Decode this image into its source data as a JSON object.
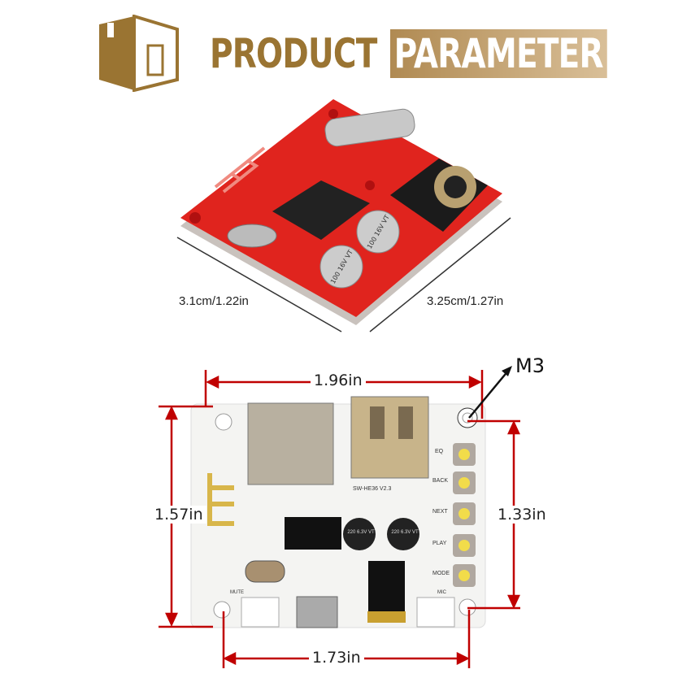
{
  "header": {
    "title_part1": "PRODUCT",
    "title_part2": "PARAMETER",
    "logo_icon": "box-icon"
  },
  "top_board": {
    "width_label": "3.1cm/1.22in",
    "length_label": "3.25cm/1.27in",
    "capacitor_marking": "100 16V VT"
  },
  "bottom_board": {
    "top_width": "1.96in",
    "left_height": "1.57in",
    "right_height": "1.33in",
    "bottom_width": "1.73in",
    "hole_label": "M3",
    "buttons": [
      "EQ",
      "BACK",
      "NEXT",
      "PLAY",
      "MODE"
    ],
    "capacitor_marking": "220 6.3V VT",
    "board_version": "SW-HE36 V2.3",
    "mute_label": "MUTE",
    "mic_label": "MIC"
  },
  "colors": {
    "gold": "#9a7432",
    "dimension_red": "#c00000",
    "pcb_red": "#e0241e",
    "pcb_white": "#f4f4f2"
  }
}
